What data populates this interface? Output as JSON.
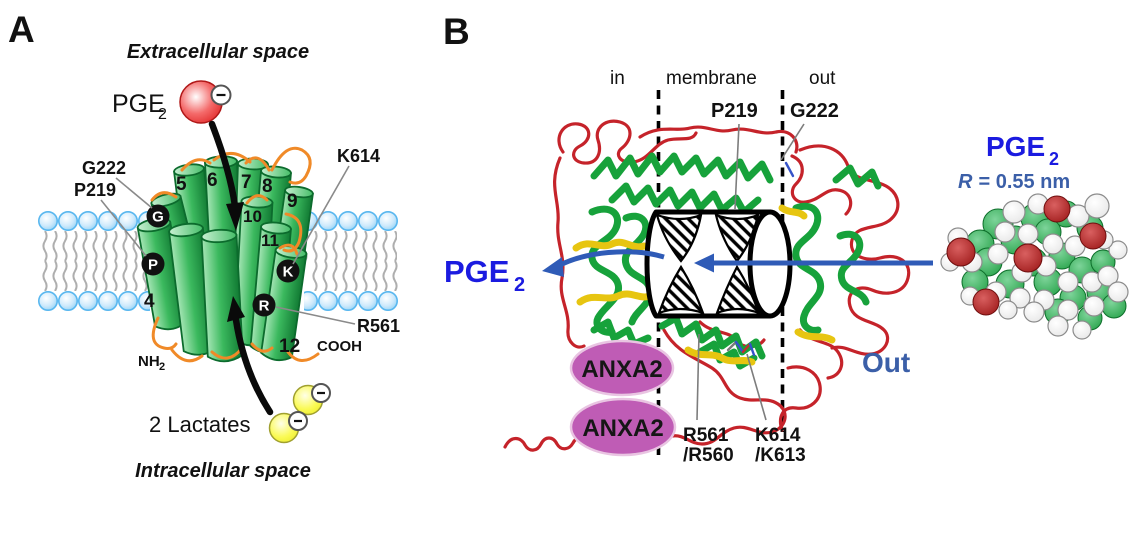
{
  "colors": {
    "helix_green": "#2fae52",
    "loop_orange": "#f08a28",
    "lipid_head_blue": "#9ed7f6",
    "pge2_sphere_red": "#e02020",
    "lactate_yellow": "#f3f341",
    "ribbon_red": "#c5232a",
    "ribbon_green": "#17a23b",
    "ribbon_yellow": "#e7c511",
    "anxa2_fill": "#bf5cb5",
    "arrow_blue": "#2f5bb7",
    "blue_text": "#1b1be0",
    "steel_blue_text": "#3b5fa8"
  },
  "panel_a": {
    "label": "A",
    "extracellular": "Extracellular space",
    "intracellular": "Intracellular space",
    "pge2": {
      "base": "PGE",
      "sub": "2"
    },
    "lactates": "2 Lactates",
    "labels": {
      "g222": "G222",
      "p219": "P219",
      "k614": "K614",
      "r561": "R561",
      "cooh": "COOH",
      "nh2_base": "NH",
      "nh2_sub": "2"
    },
    "helix": {
      "h4": "4",
      "h5": "5",
      "h6": "6",
      "h7": "7",
      "h8": "8",
      "h9": "9",
      "h10": "10",
      "h11": "11",
      "h12": "12"
    },
    "residues": {
      "g": "G",
      "p": "P",
      "k": "K",
      "r": "R"
    }
  },
  "panel_b": {
    "label": "B",
    "regions": {
      "in": "in",
      "membrane": "membrane",
      "out": "out"
    },
    "labels": {
      "p219": "P219",
      "g222": "G222",
      "r561_1": "R561",
      "r561_2": "/R560",
      "k614_1": "K614",
      "k614_2": "/K613"
    },
    "pge2_left": {
      "base": "PGE",
      "sub": "2"
    },
    "pge2_right": {
      "base": "PGE",
      "sub": "2"
    },
    "radius": {
      "r": "R",
      "rest": "= 0.55 nm"
    },
    "anxa2": "ANXA2",
    "out_label": "Out"
  }
}
